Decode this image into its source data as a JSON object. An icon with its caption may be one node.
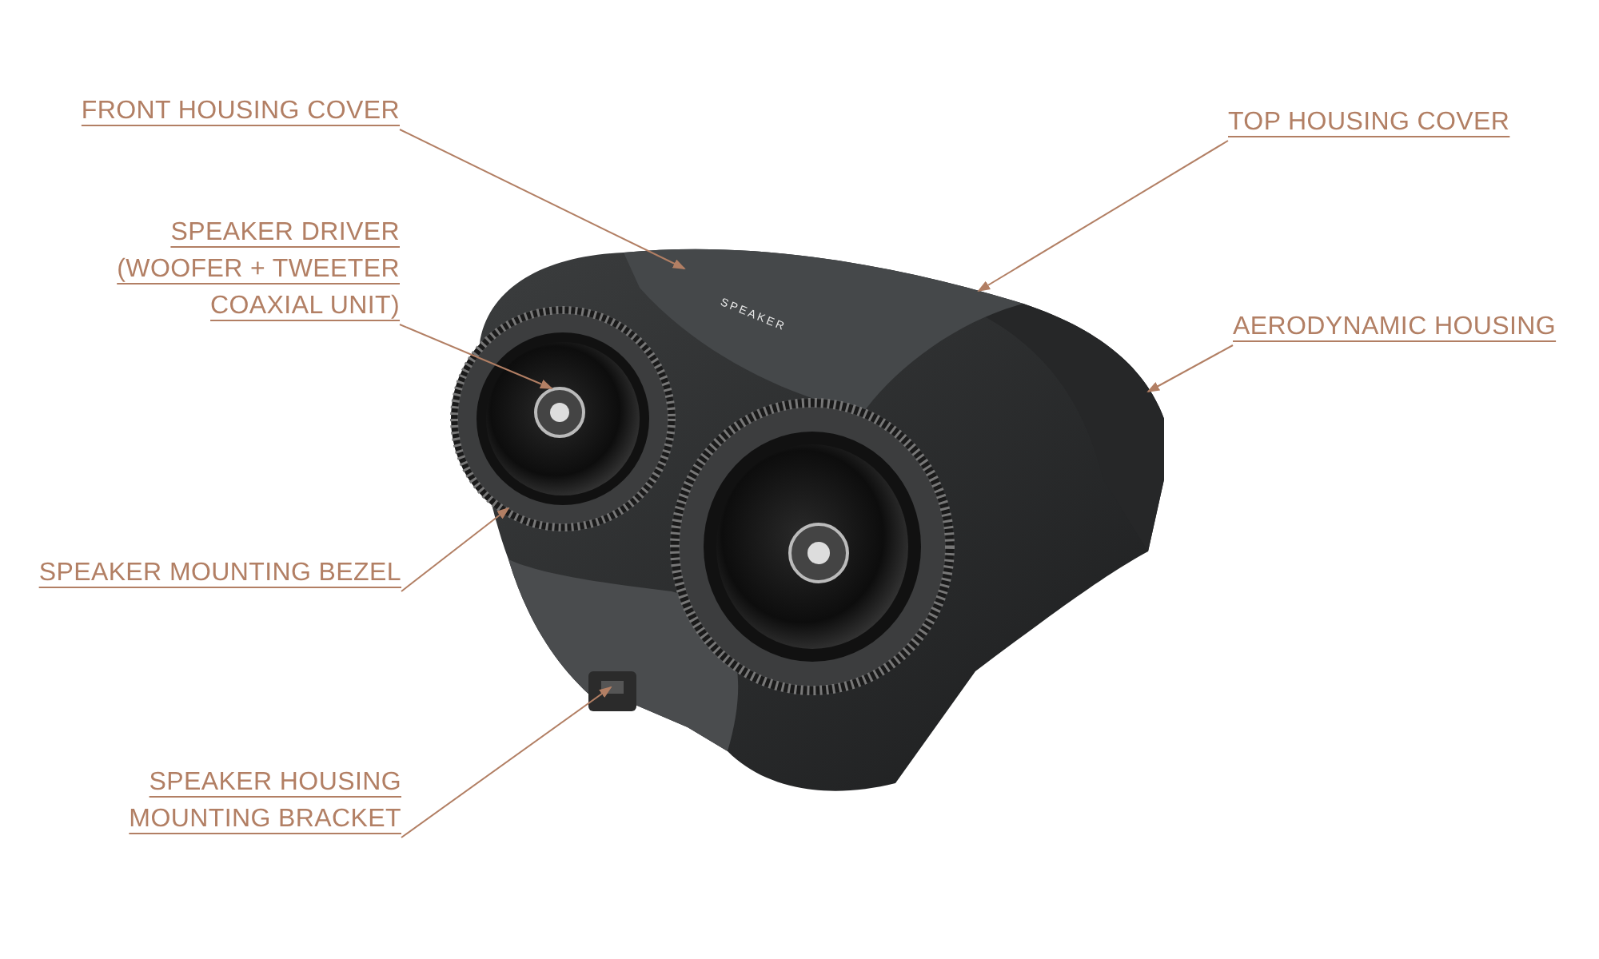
{
  "diagram": {
    "nodes": [
      {
        "text": [
          "FRONT HOUSING COVER"
        ]
      },
      {
        "text": [
          "SPEAKER DRIVER (WOOFER + TWEETER COAXIAL UNIT)"
        ]
      },
      {
        "text": [
          "SPEAKER MOUNTING BEZEL"
        ]
      },
      {
        "text": [
          "SPEAKER HOUSING MOUNTING BRACKET"
        ]
      },
      {
        "text": [
          "TOP HOUSING COVER"
        ]
      },
      {
        "text": [
          "AERODYNAMIC HOUSING"
        ]
      }
    ],
    "edges": [
      {
        "from": 0,
        "to": null,
        "arrow": "to"
      },
      {
        "from": 1,
        "to": null,
        "arrow": "to"
      },
      {
        "from": 2,
        "to": null,
        "arrow": "to"
      },
      {
        "from": 3,
        "to": null,
        "arrow": "to"
      },
      {
        "from": 4,
        "to": null,
        "arrow": "to"
      },
      {
        "from": 5,
        "to": null,
        "arrow": "to"
      }
    ],
    "labels": [
      "SPEAKER"
    ]
  }
}
